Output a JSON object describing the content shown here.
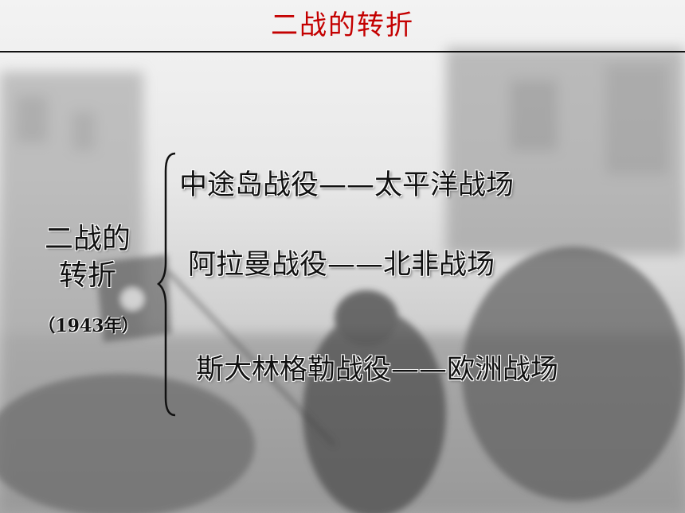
{
  "slide": {
    "title": "二战的转折",
    "topic_line1": "二战的",
    "topic_line2": "转折",
    "year": "（1943年）",
    "battles": [
      "中途岛战役——太平洋战场",
      "阿拉曼战役——北非战场",
      "斯大林格勒战役——欧洲战场"
    ]
  },
  "colors": {
    "title": "#c40000",
    "text": "#111111",
    "rule": "#111111"
  }
}
